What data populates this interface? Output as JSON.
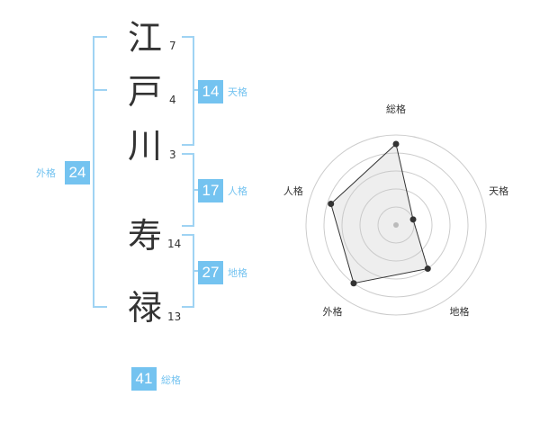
{
  "name": {
    "chars": [
      {
        "char": "江",
        "strokes": "7"
      },
      {
        "char": "戸",
        "strokes": "4"
      },
      {
        "char": "川",
        "strokes": "3"
      },
      {
        "char": "寿",
        "strokes": "14"
      },
      {
        "char": "禄",
        "strokes": "13"
      }
    ]
  },
  "kakusu": {
    "tenkaku": {
      "value": "14",
      "label": "天格"
    },
    "jinkaku": {
      "value": "17",
      "label": "人格"
    },
    "chikaku": {
      "value": "27",
      "label": "地格"
    },
    "gaikaku": {
      "value": "24",
      "label": "外格"
    },
    "soukaku": {
      "value": "41",
      "label": "総格"
    }
  },
  "chart_data": {
    "type": "radar",
    "categories": [
      "総格",
      "天格",
      "地格",
      "外格",
      "人格"
    ],
    "values": [
      4.5,
      1,
      3,
      4,
      3.8
    ],
    "rmax": 5,
    "rings": 5,
    "colors": {
      "accent": "#74c3f0",
      "fill": "#eeeeee",
      "line": "#333333"
    }
  }
}
